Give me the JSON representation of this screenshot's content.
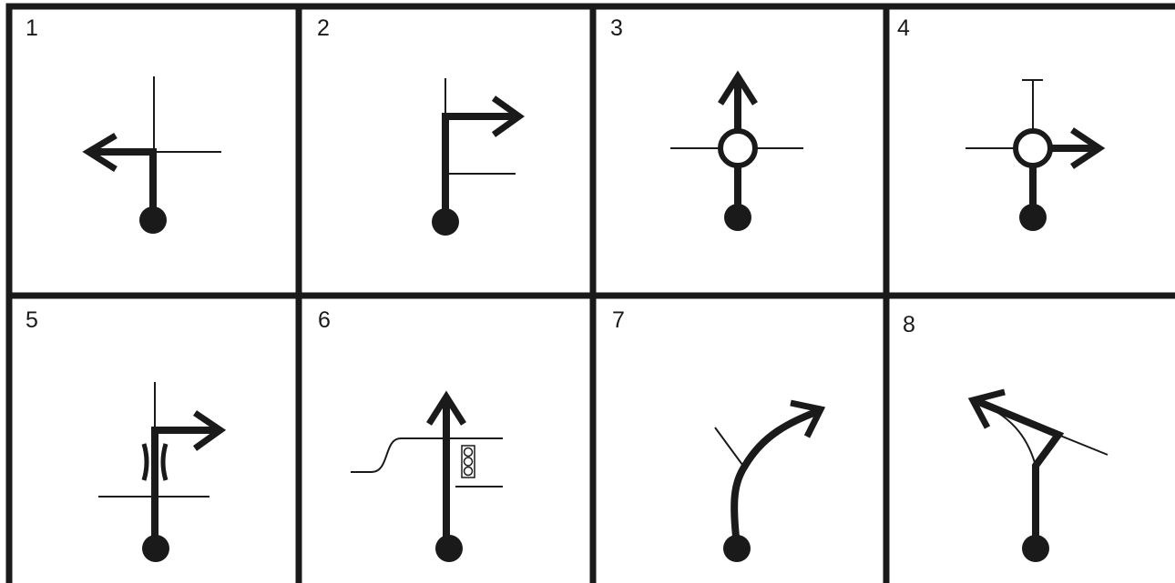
{
  "panels": [
    {
      "number": "1",
      "icon": "turn-left-at-intersection-icon"
    },
    {
      "number": "2",
      "icon": "turn-right-before-side-road-icon"
    },
    {
      "number": "3",
      "icon": "roundabout-straight-ahead-icon"
    },
    {
      "number": "4",
      "icon": "roundabout-first-exit-right-icon"
    },
    {
      "number": "5",
      "icon": "turn-right-after-bridge-icon"
    },
    {
      "number": "6",
      "icon": "straight-ahead-at-traffic-light-icon"
    },
    {
      "number": "7",
      "icon": "bear-right-at-fork-icon"
    },
    {
      "number": "8",
      "icon": "sharp-left-at-junction-icon"
    }
  ]
}
